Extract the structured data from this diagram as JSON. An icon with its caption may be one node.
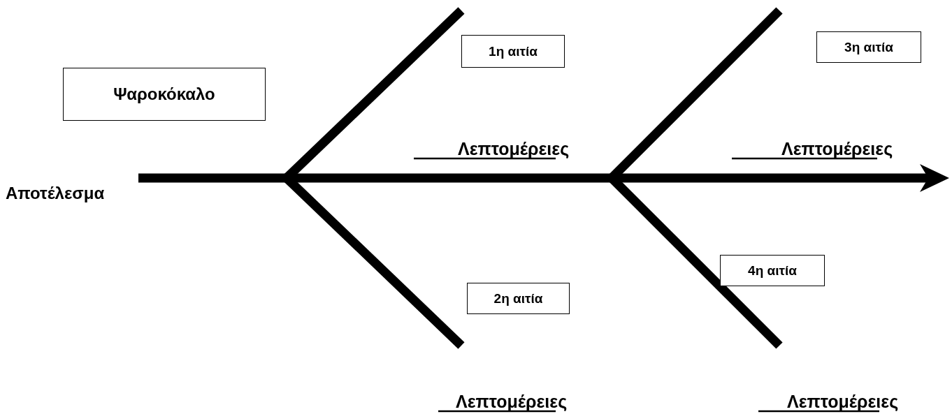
{
  "diagram": {
    "nodes": [
      {
        "text": [
          "Ψαροκόκαλο"
        ]
      },
      {
        "text": [
          "1η αιτία"
        ]
      },
      {
        "text": [
          "3η αιτία"
        ]
      },
      {
        "text": [
          "4η αιτία"
        ]
      },
      {
        "text": [
          "2η αιτία"
        ]
      }
    ],
    "labels": [
      "Λεπτομέρειες",
      "Λεπτομέρειες",
      "Αποτέλεσμα",
      "Λεπτομέρειες",
      "Λεπτομέρειες"
    ]
  }
}
